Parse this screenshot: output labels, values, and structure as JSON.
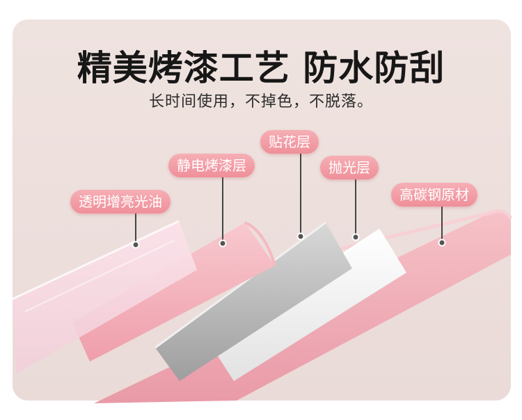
{
  "headline": "精美烤漆工艺 防水防刮",
  "subheadline": "长时间使用，不掉色，不脱落。",
  "labels": {
    "layer_1": "透明增亮光油",
    "layer_2": "静电烤漆层",
    "layer_3": "贴花层",
    "layer_4": "抛光层",
    "layer_5": "高碳钢原材"
  },
  "colors": {
    "panel_background": "#efe3e0",
    "label_pink": "#ef8f99",
    "pink_layer": "#f4b6bf",
    "silver_layer": "#b8b8b8",
    "white_layer": "#f1f1f1"
  }
}
